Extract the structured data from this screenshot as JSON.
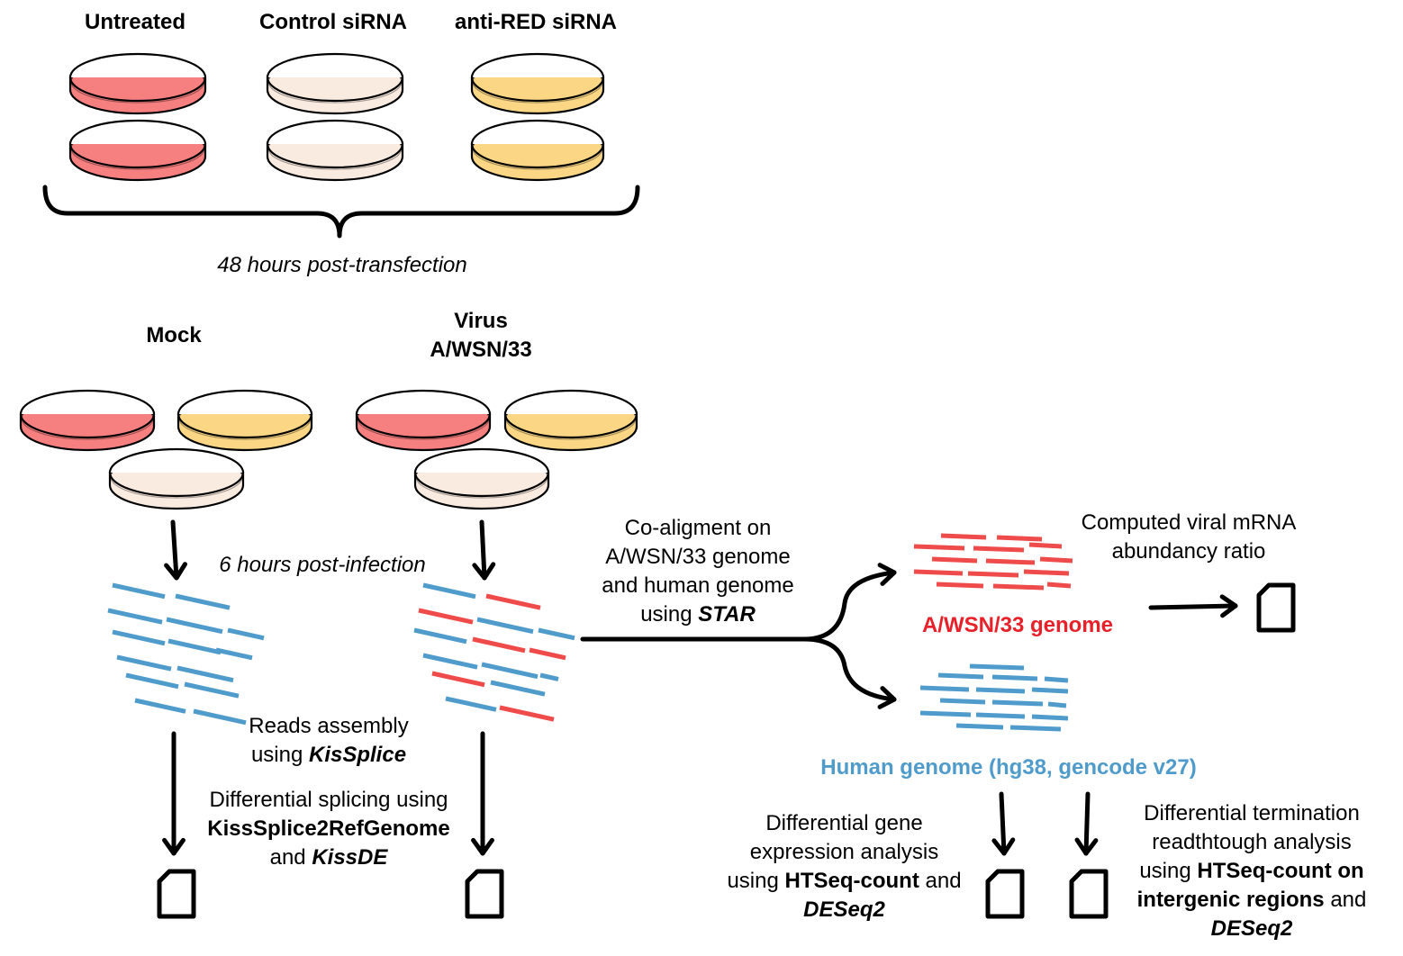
{
  "colors": {
    "untreated_fill": "#f67f7f",
    "control_fill": "#faebe0",
    "antired_fill": "#fbd785",
    "read_blue": "#4f9ccc",
    "read_red": "#ef4b4b",
    "viral_label": "#e8202a",
    "human_label": "#4f9ccc"
  },
  "groups": {
    "untreated": "Untreated",
    "control": "Control siRNA",
    "antired": "anti-RED siRNA"
  },
  "timing": {
    "transfection": "48 hours post-transfection",
    "infection": "6 hours post-infection"
  },
  "conditions": {
    "mock": "Mock",
    "virus_line1": "Virus",
    "virus_line2": "A/WSN/33"
  },
  "alignment": {
    "line1": "Co-aligment on",
    "line2": "A/WSN/33 genome",
    "line3": "and human genome",
    "line4_prefix": "using ",
    "line4_tool": "STAR"
  },
  "genomes": {
    "viral": "A/WSN/33 genome",
    "human": "Human genome (hg38, gencode v27)"
  },
  "viral_output": {
    "line1": "Computed viral mRNA",
    "line2": "abundancy ratio"
  },
  "assembly": {
    "line1": "Reads assembly",
    "line2_prefix": "using ",
    "line2_tool": "KisSplice"
  },
  "splicing": {
    "line1": "Differential splicing using",
    "line2": "KissSplice2RefGenome",
    "line3_prefix": "and ",
    "line3_tool": "KissDE"
  },
  "gene_expression": {
    "line1": "Differential gene",
    "line2": "expression analysis",
    "line3_prefix": "using ",
    "line3_tool": "HTSeq-count",
    "line3_suffix": " and",
    "line4": "DESeq2"
  },
  "readthrough": {
    "line1": "Differential termination",
    "line2": "readthtough analysis",
    "line3_prefix": "using ",
    "line3_tool": "HTSeq-count on",
    "line4_tool": "intergenic regions",
    "line4_suffix": " and",
    "line5": "DESeq2"
  },
  "icons": [
    "petri-dish-icon",
    "down-arrow-icon",
    "document-icon",
    "brace-icon",
    "sequencing-reads-icon"
  ]
}
